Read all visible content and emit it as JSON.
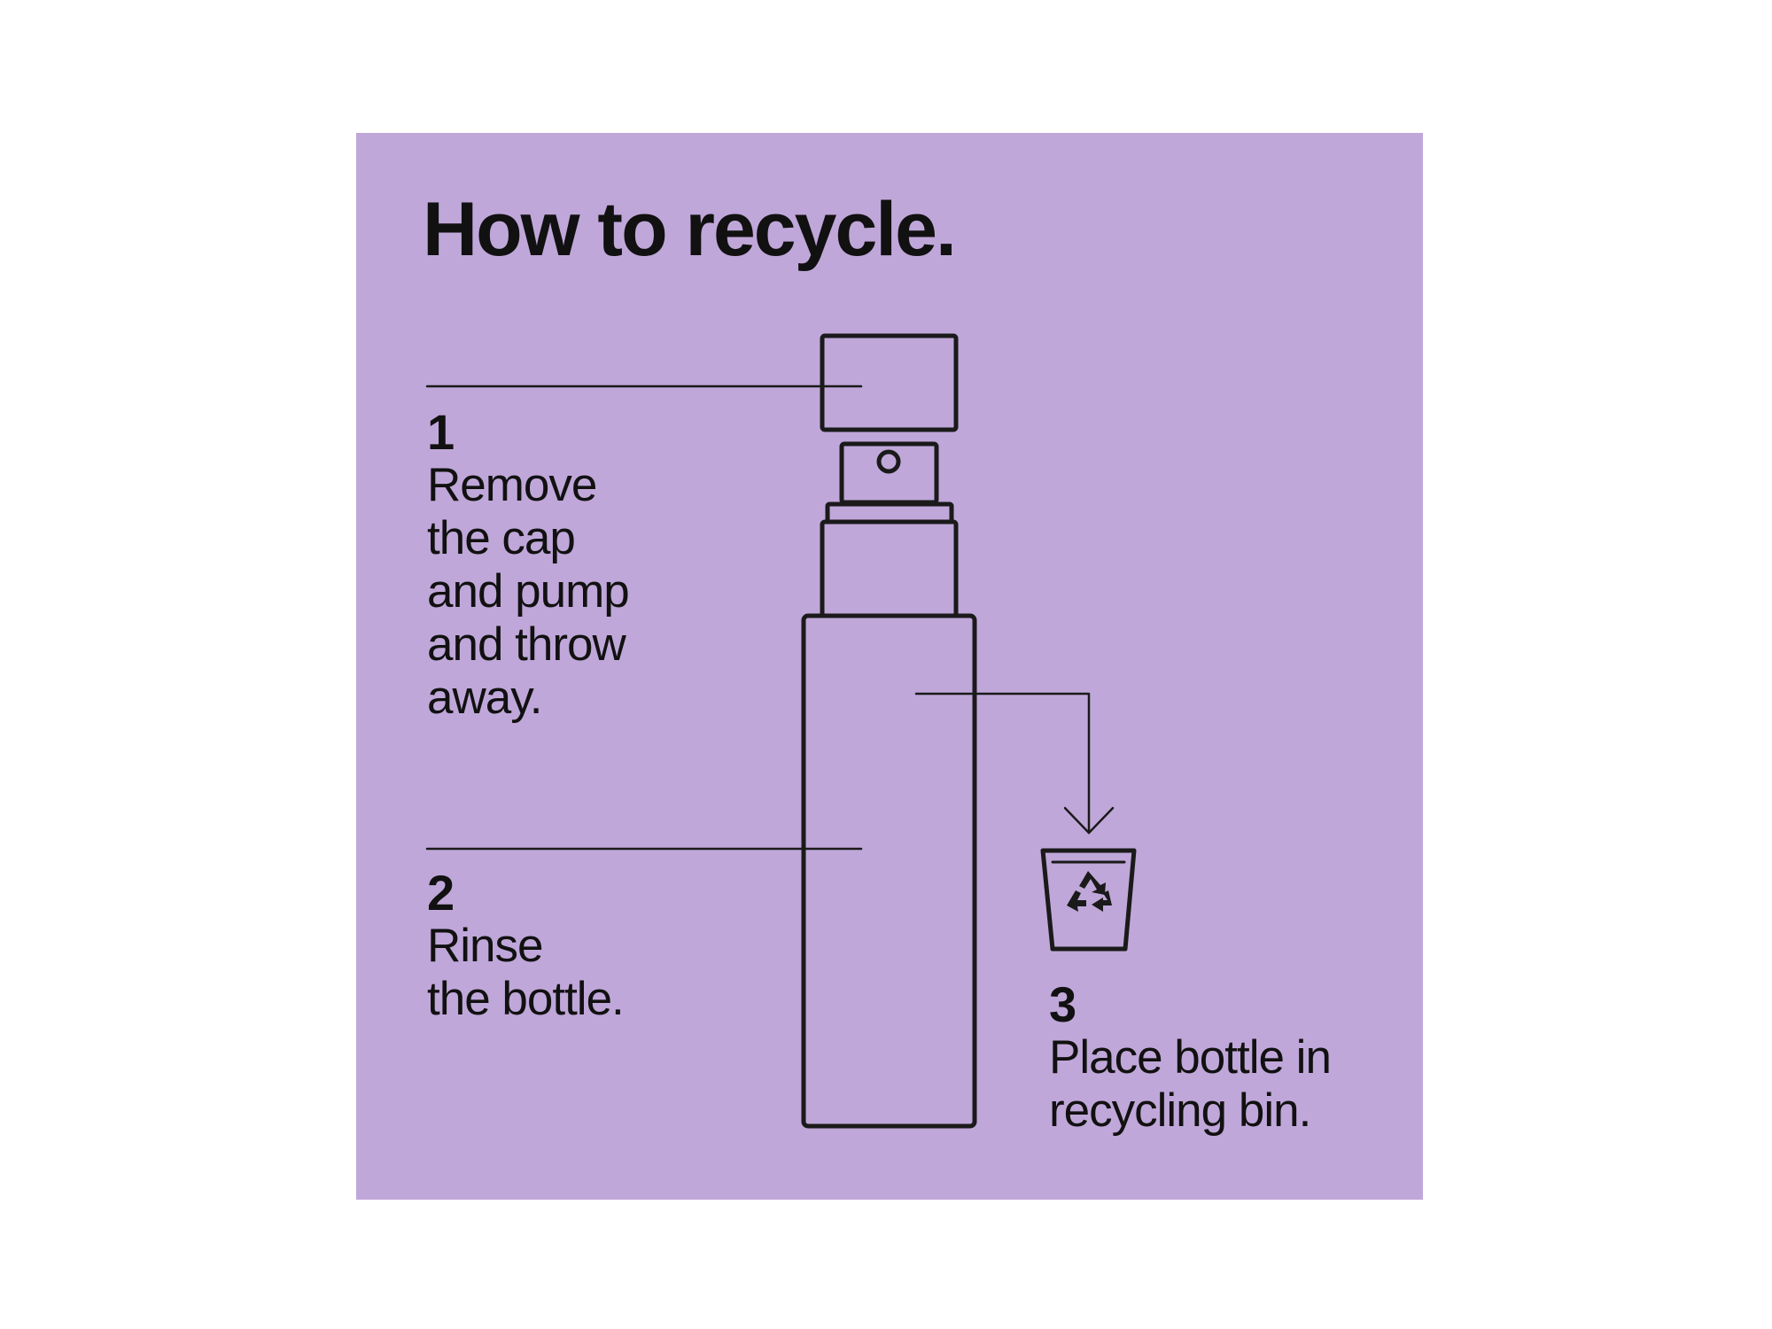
{
  "title": "How to recycle.",
  "colors": {
    "panel_background": "#c0a7d9",
    "ink": "#1a1a1a"
  },
  "steps": [
    {
      "number": "1",
      "text": "Remove\nthe cap\nand pump\nand throw\naway."
    },
    {
      "number": "2",
      "text": "Rinse\nthe bottle."
    },
    {
      "number": "3",
      "text": "Place bottle in\nrecycling bin."
    }
  ],
  "icons": [
    "bottle-icon",
    "cap-icon",
    "pump-icon",
    "recycling-bin-icon",
    "recycle-symbol-icon",
    "arrow-down-icon"
  ]
}
